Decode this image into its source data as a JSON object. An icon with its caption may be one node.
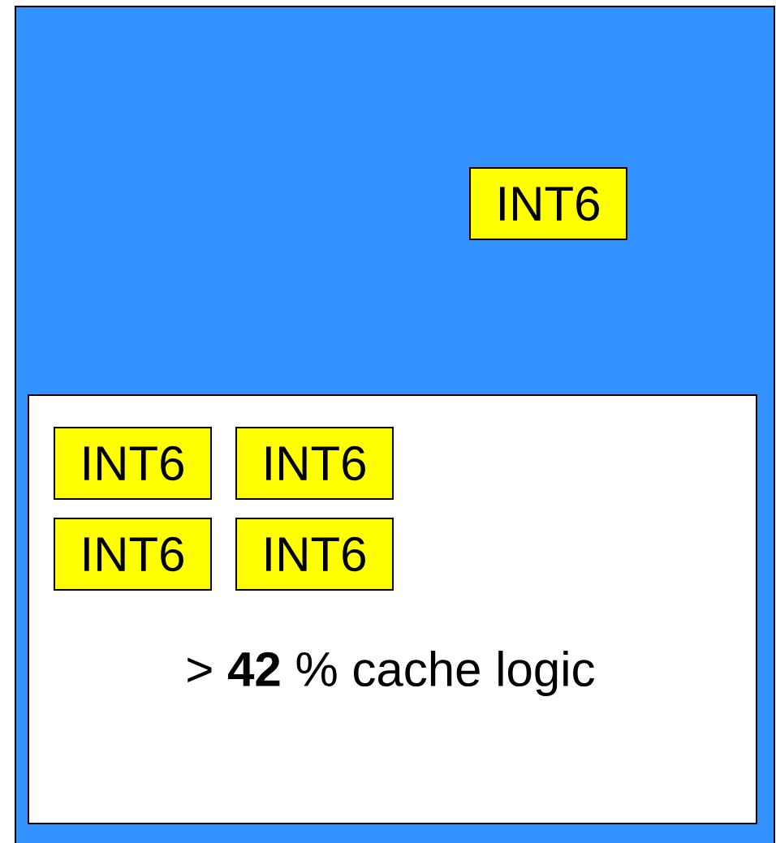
{
  "diagram": {
    "nodes": [
      {
        "text": [],
        "shape": "box"
      },
      {
        "text": [
          "INT6"
        ],
        "in": 0
      },
      {
        "text": [
          "> **42** % cache logic"
        ],
        "in": 0
      },
      {
        "text": [
          "INT6"
        ],
        "in": 2
      },
      {
        "text": [
          "INT6"
        ],
        "in": 2
      },
      {
        "text": [
          "INT6"
        ],
        "in": 2
      },
      {
        "text": [
          "INT6"
        ],
        "in": 2
      }
    ]
  }
}
